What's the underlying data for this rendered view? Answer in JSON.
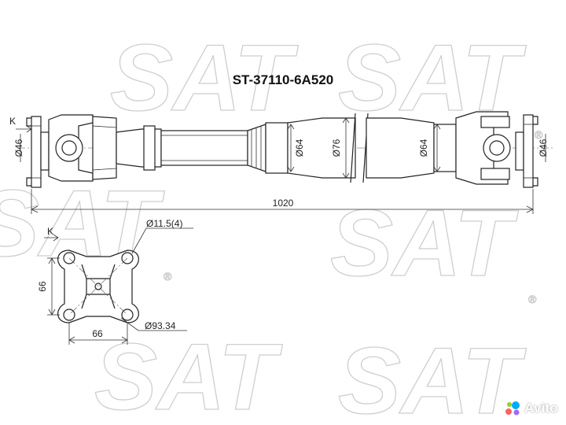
{
  "part_number": "ST-37110-6A520",
  "watermark": {
    "text": "SAT",
    "reg": "®"
  },
  "dimensions": {
    "k_top": "K",
    "flange_left": "Ø46",
    "shaft_a": "Ø64",
    "shaft_b": "Ø76",
    "shaft_c": "Ø64",
    "flange_right": "Ø46",
    "overall_length": "1020",
    "k_detail": "K",
    "bolt_holes": "Ø11.5(4)",
    "height": "66",
    "width": "66",
    "bolt_circle": "Ø93.34"
  },
  "badge": {
    "text": "Avito"
  },
  "colors": {
    "line": "#222222",
    "watermark": "#cfcfcf",
    "avito_dots": [
      "#00aaff",
      "#97cf26",
      "#ff6163",
      "#a169f7"
    ]
  }
}
